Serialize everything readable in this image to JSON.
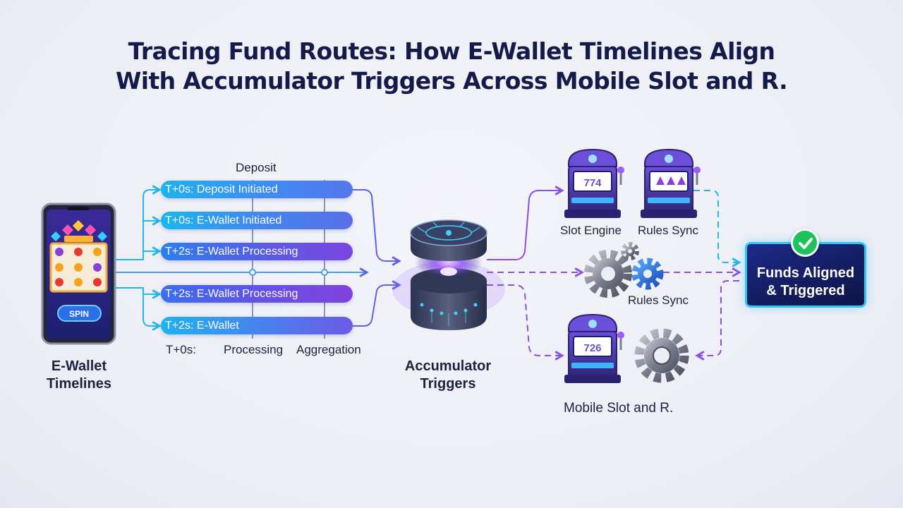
{
  "title": {
    "line1": "Tracing Fund Routes: How E-Wallet Timelines Align",
    "line2": "With Accumulator Triggers Across Mobile Slot and R."
  },
  "phone": {
    "label_line1": "E-Wallet",
    "label_line2": "Timelines",
    "spin_label": "SPIN"
  },
  "timeline": {
    "top_label": "Deposit",
    "bars": [
      "T+0s: Deposit Initiated",
      "T+0s: E-Wallet Initiated",
      "T+2s: E-Wallet Processing",
      "T+2s: E-Wallet Processing",
      "T+2s: E-Wallet"
    ],
    "axis_labels": [
      "T+0s:",
      "Processing",
      "Aggregation"
    ]
  },
  "accumulator": {
    "label_line1": "Accumulator",
    "label_line2": "Triggers"
  },
  "nodes": {
    "slot_engine": "Slot Engine",
    "rules_sync_top": "Rules Sync",
    "rules_sync_mid": "Rules Sync",
    "mobile_slot": "Mobile Slot and R.",
    "slot_reels_a": "774",
    "slot_reels_b": "726"
  },
  "result": {
    "line1": "Funds Aligned",
    "line2": "& Triggered"
  },
  "colors": {
    "title": "#141a4a",
    "cyan": "#22b6ee",
    "purple": "#8a4fe6",
    "navy": "#131c5e",
    "check": "#1dc25a"
  }
}
